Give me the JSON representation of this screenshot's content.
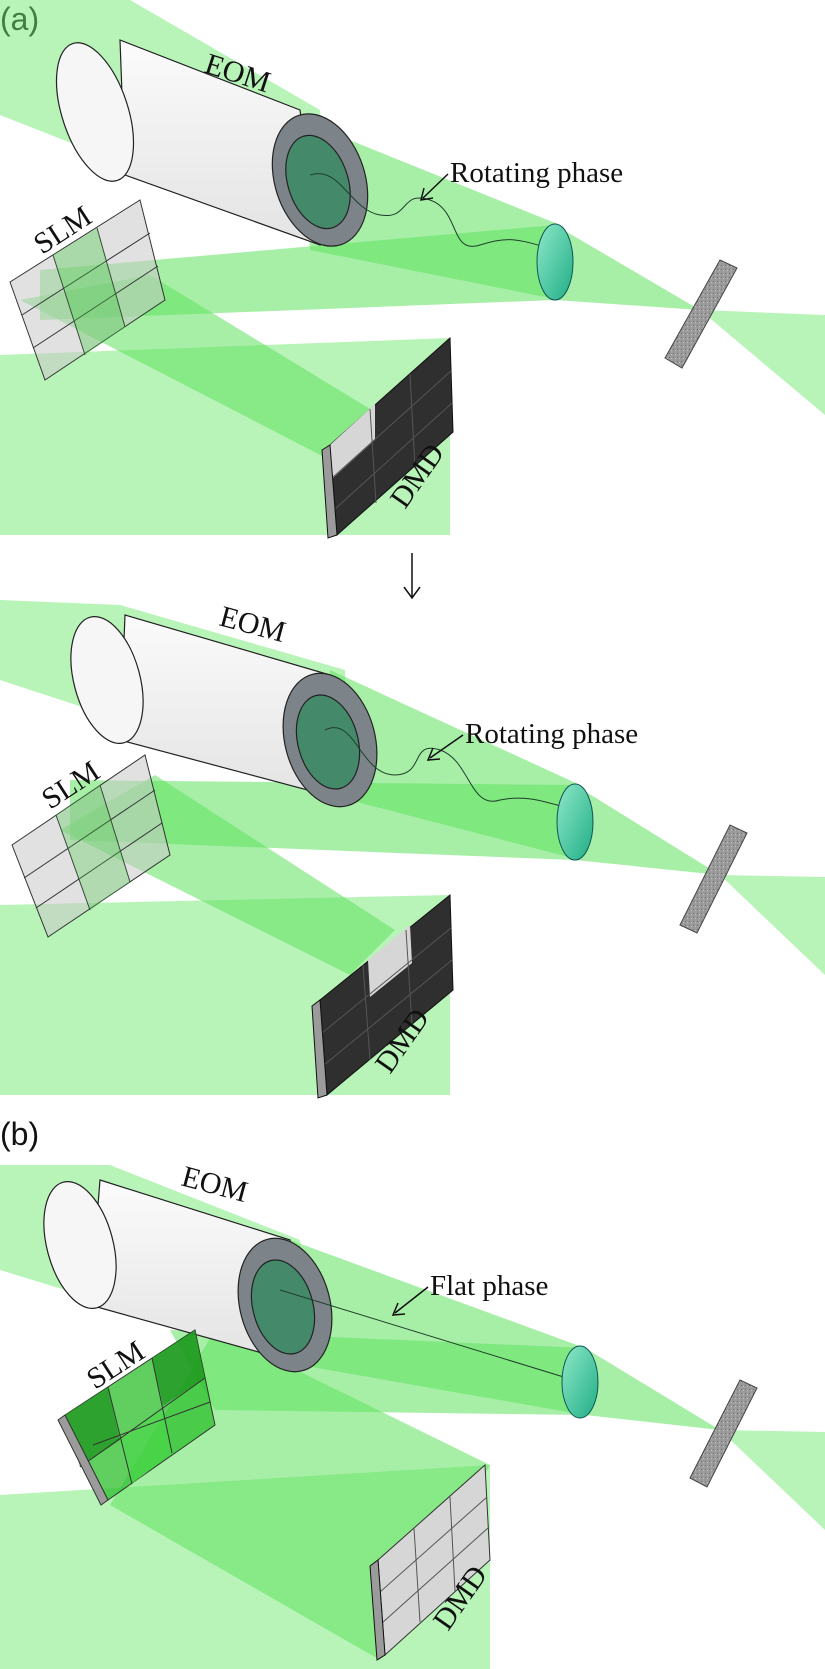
{
  "panels": {
    "a": {
      "label": "(a)"
    },
    "b": {
      "label": "(b)"
    }
  },
  "devices": {
    "eom": "EOM",
    "slm": "SLM",
    "dmd": "DMD"
  },
  "annotations": {
    "rotating_phase": "Rotating phase",
    "flat_phase": "Flat phase"
  },
  "colors": {
    "beam": "#5fe25f",
    "lens": "#38c9a0",
    "dmd_dark": "#2f2f2f",
    "dmd_light": "#d6d6d6",
    "eom_body": "#ffffff",
    "eom_face": "#7d8489"
  }
}
